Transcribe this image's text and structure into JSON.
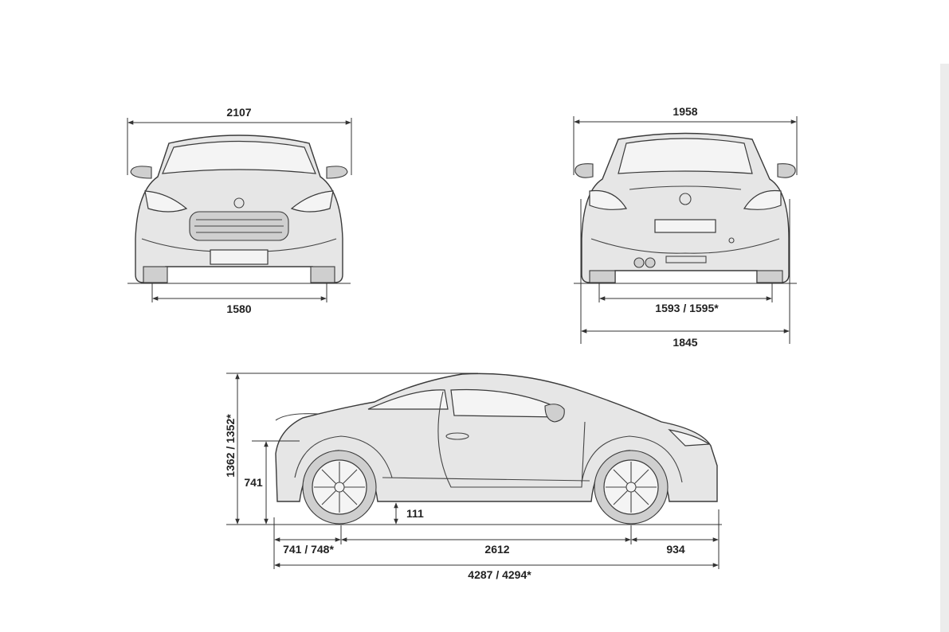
{
  "front_view": {
    "overall_width_mirrors": "2107",
    "front_track": "1580"
  },
  "rear_view": {
    "overall_width_mirrors": "1958",
    "rear_track": "1593 / 1595*",
    "body_width": "1845"
  },
  "side_view": {
    "height": "1362 / 1352*",
    "front_to_axle_height": "741",
    "ground_clearance": "111",
    "front_overhang": "741 / 748*",
    "wheelbase": "2612",
    "rear_overhang": "934",
    "overall_length": "4287 / 4294*"
  },
  "colors": {
    "line": "#333333",
    "body_fill": "#e6e6e6",
    "background": "#ffffff"
  }
}
